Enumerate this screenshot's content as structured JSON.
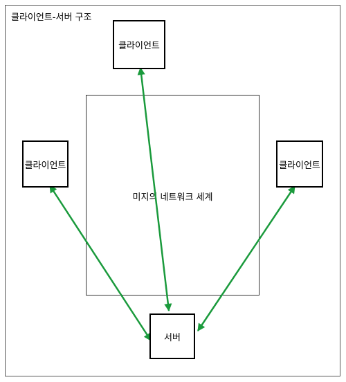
{
  "title": "클라이언트-서버 구조",
  "region": {
    "label": "미지의 네트워크 세계"
  },
  "nodes": {
    "client_top": "클라이언트",
    "client_left": "클라이언트",
    "client_right": "클라이언트",
    "server": "서버"
  },
  "colors": {
    "arrow": "#1a9a3c",
    "border": "#000000"
  }
}
